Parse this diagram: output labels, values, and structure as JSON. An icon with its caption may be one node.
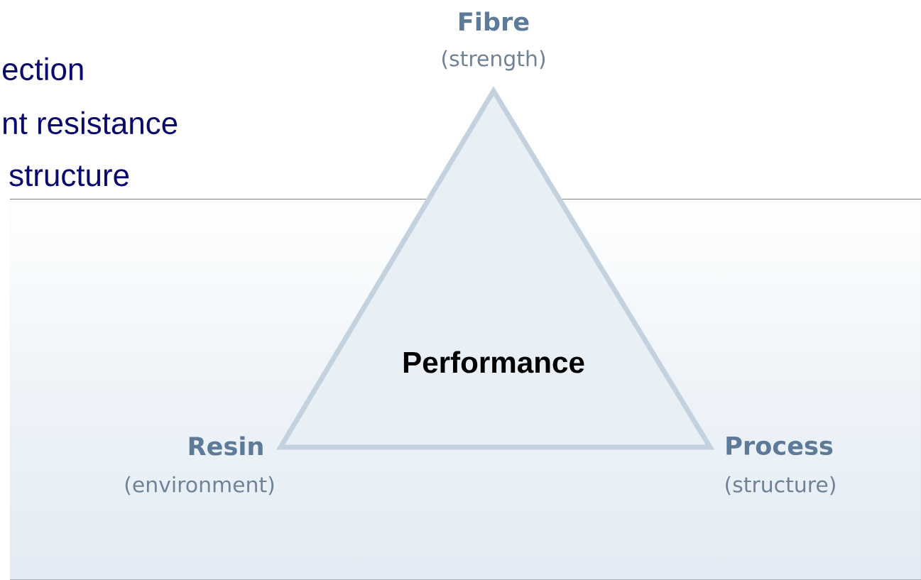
{
  "diagram": {
    "nodes": [
      {
        "text": [
          "Performance"
        ]
      }
    ],
    "labels": [
      "ection",
      "nt resistance",
      "structure",
      "Fibre",
      "(strength)",
      "Resin",
      "(environment)",
      "Process",
      "(structure)"
    ]
  }
}
